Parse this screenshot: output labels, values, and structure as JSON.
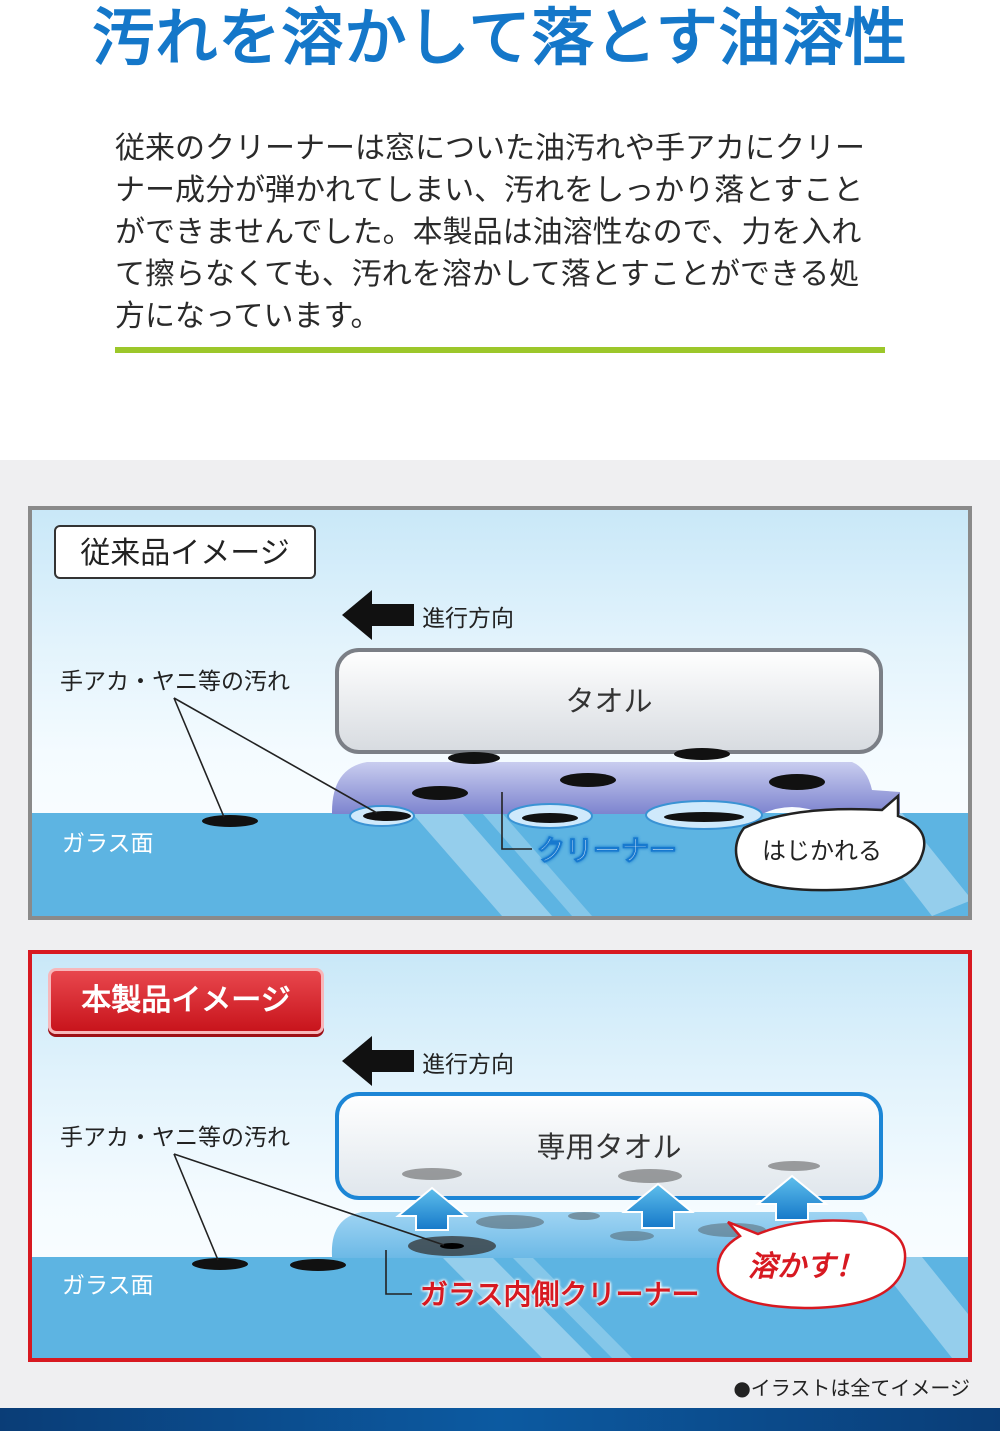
{
  "headline": "汚れを溶かして落とす油溶性",
  "intro_lines": [
    "従来のクリーナーは窓についた油汚れや手アカにクリー",
    "ナー成分が弾かれてしまい、汚れをしっかり落とすこと",
    "ができませんでした。本製品は油溶性なので、力を入れ",
    "て擦らなくても、汚れを溶かして落とすことができる処",
    "方になっています。"
  ],
  "panel_old": {
    "title": "従来品イメージ",
    "direction": "進行方向",
    "dirt_label": "手アカ・ヤニ等の汚れ",
    "towel": "タオル",
    "glass": "ガラス面",
    "cleaner": "クリーナー",
    "bubble": "はじかれる"
  },
  "panel_new": {
    "title": "本製品イメージ",
    "direction": "進行方向",
    "dirt_label": "手アカ・ヤニ等の汚れ",
    "towel": "専用タオル",
    "glass": "ガラス面",
    "cleaner": "ガラス内側クリーナー",
    "bubble": "溶かす！"
  },
  "footnote": "●イラストは全てイメージ",
  "colors": {
    "headline": "#1477c9",
    "accent_green": "#9cc72a",
    "old_border": "#8a8a8a",
    "new_border": "#d71921",
    "glass": "#5db4e2",
    "cleaner_blue": "#1779cf",
    "cleaner_red": "#d71921"
  }
}
